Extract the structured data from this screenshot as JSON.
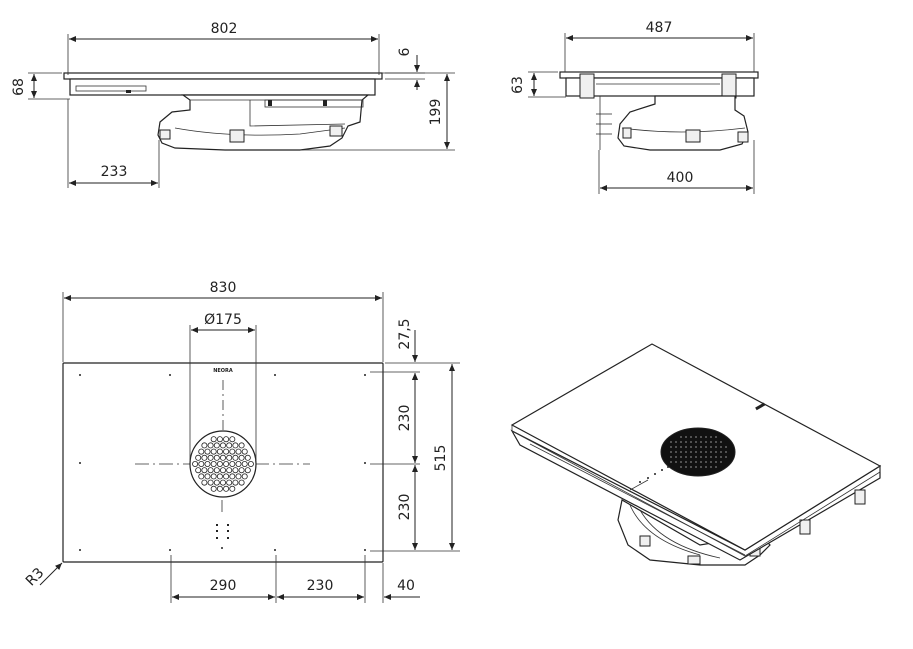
{
  "dimensions": {
    "front_width": "802",
    "front_glass": "6",
    "front_height_total": "68",
    "front_unit_height": "199",
    "front_offset": "233",
    "side_width": "487",
    "side_height": "63",
    "side_depth": "400",
    "top_width": "830",
    "top_diameter": "Ø175",
    "top_margin": "27,5",
    "top_half_upper": "230",
    "top_half_lower": "230",
    "top_depth": "515",
    "top_radius": "R3",
    "top_x_left": "290",
    "top_x_right": "230",
    "top_x_edge": "40"
  },
  "brand_label": "NEORA"
}
